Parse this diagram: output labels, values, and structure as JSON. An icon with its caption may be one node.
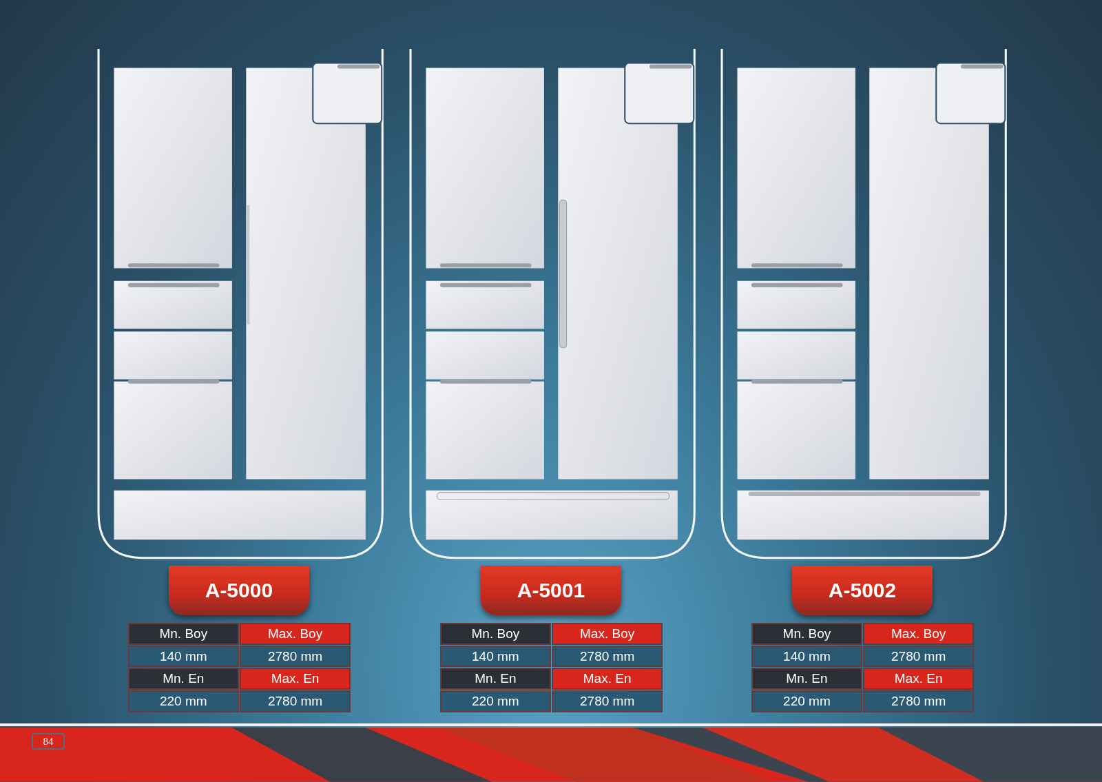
{
  "diagram": {
    "nodes": [
      {
        "text": [
          "A-5000"
        ]
      },
      {
        "text": [
          "A-5001"
        ]
      },
      {
        "text": [
          "A-5002"
        ]
      }
    ],
    "labels": [
      "Mn. Boy",
      "Max. Boy",
      "140 mm",
      "2780 mm",
      "Mn. En",
      "Max. En",
      "220 mm",
      "2780 mm",
      "Mn. Boy",
      "Max. Boy",
      "140 mm",
      "2780 mm",
      "Mn. En",
      "Max. En",
      "220 mm",
      "2780 mm",
      "Mn. Boy",
      "Max. Boy",
      "140 mm",
      "2780 mm",
      "Mn. En",
      "Max. En",
      "220 mm",
      "2780 mm",
      "84"
    ]
  }
}
